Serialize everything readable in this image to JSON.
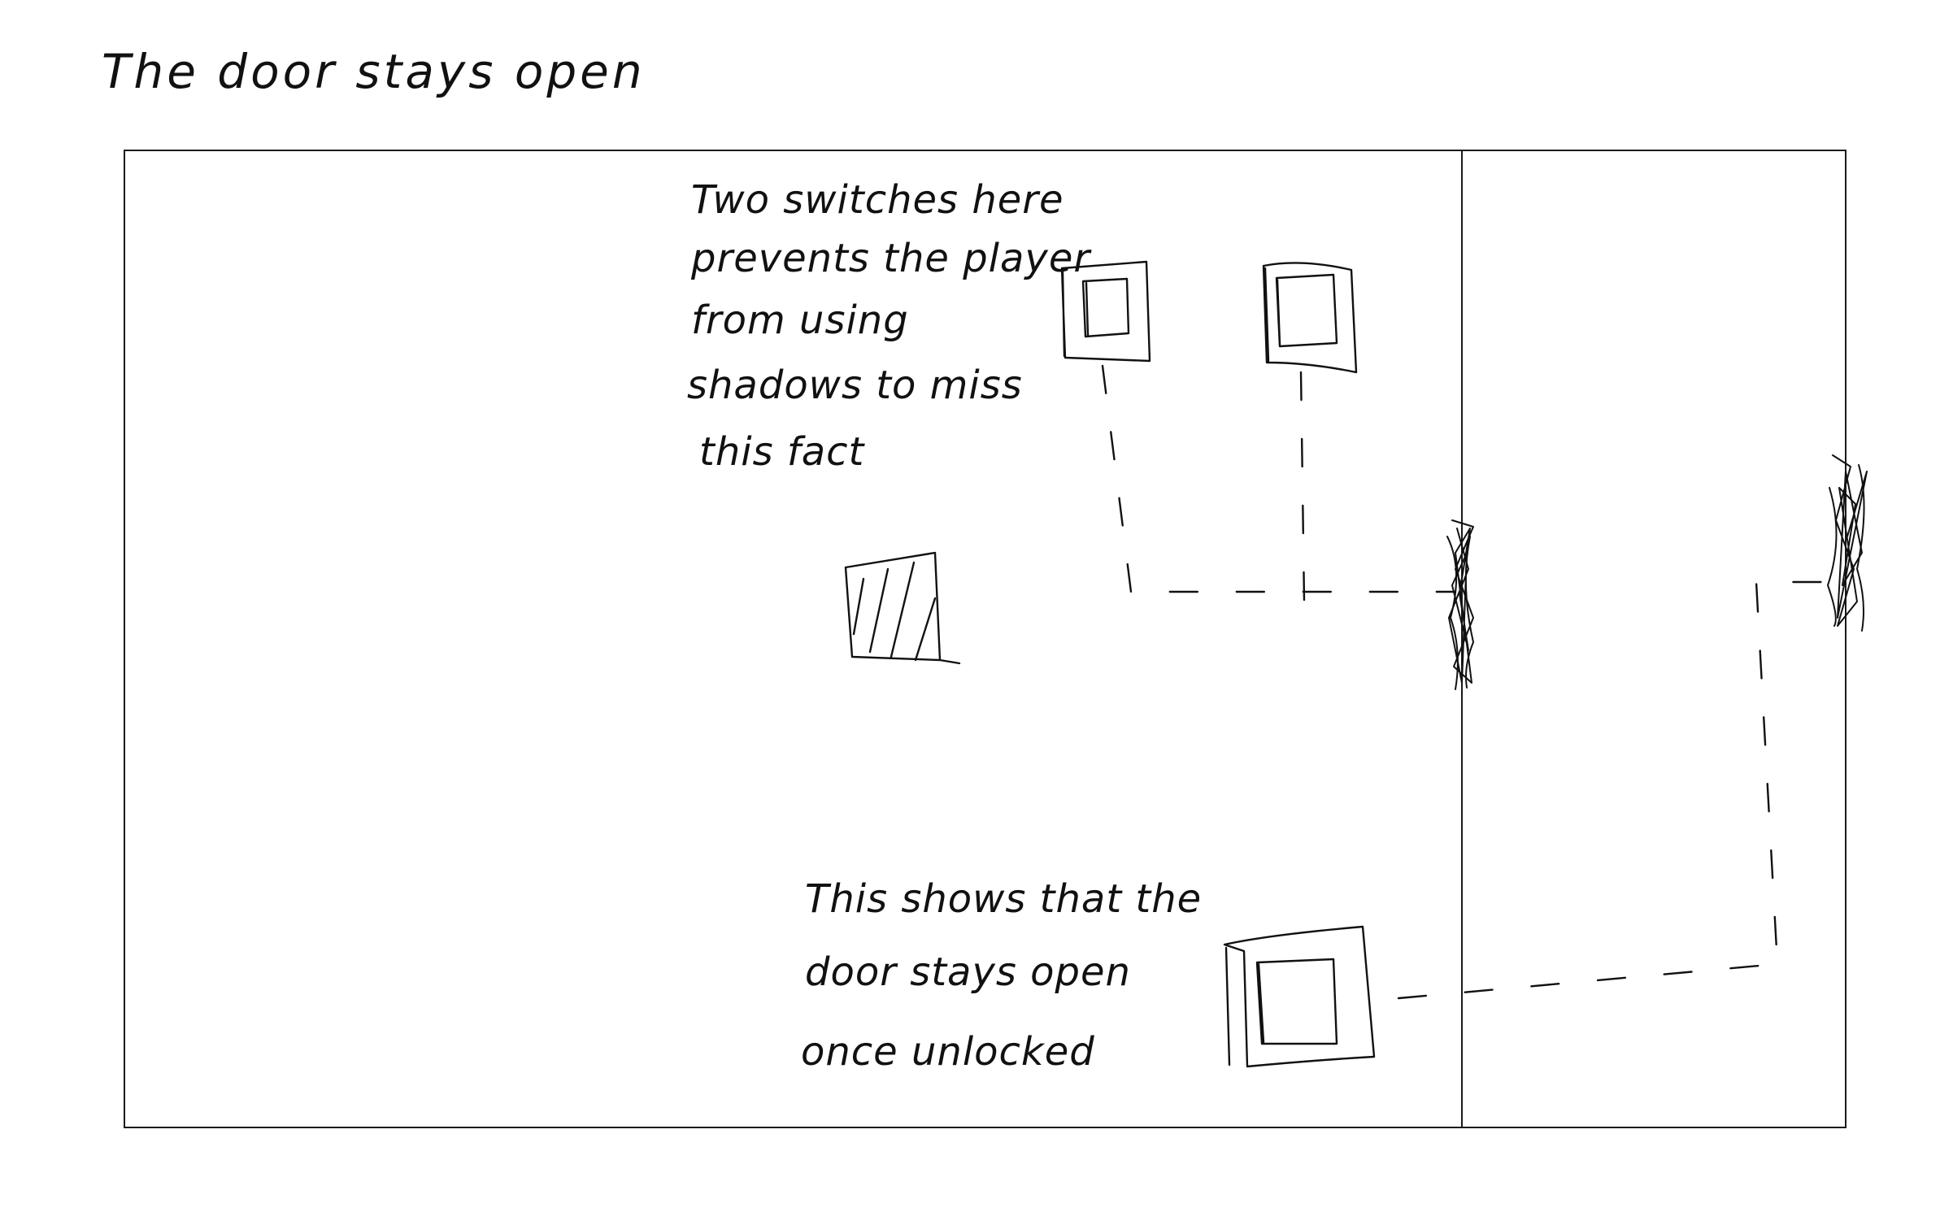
{
  "title": "The door stays open",
  "notes": {
    "switches": [
      "Two switches here",
      "prevents the player",
      "from using",
      "shadows to miss",
      "this fact"
    ],
    "door": [
      "This shows that the",
      "door stays open",
      "once unlocked"
    ]
  },
  "icons": {
    "switch": "square-switch-icon",
    "shadow_block": "hatched-block-icon",
    "door": "scribbled-door-icon"
  },
  "colors": {
    "ink": "#111111",
    "background": "#ffffff"
  }
}
